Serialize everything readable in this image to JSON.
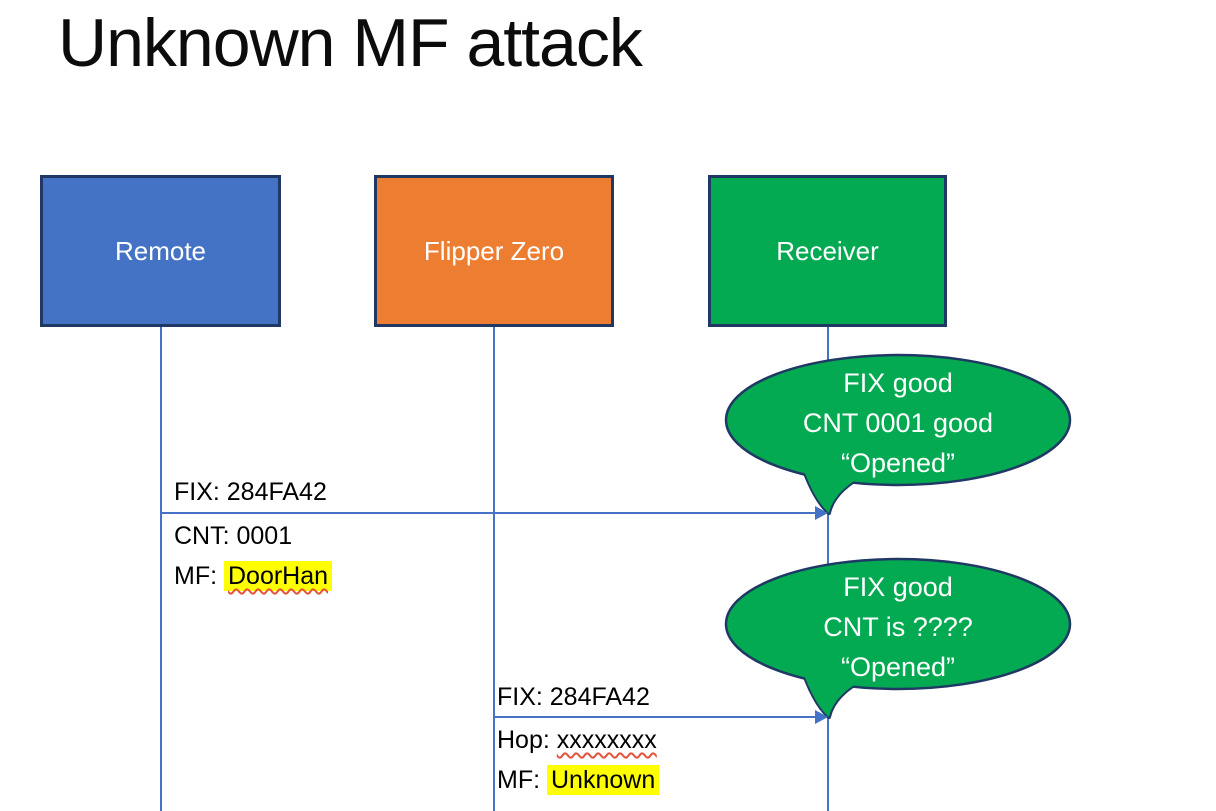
{
  "slide": {
    "title": "Unknown MF attack"
  },
  "actors": {
    "remote": {
      "label": "Remote",
      "fill": "#4472C4"
    },
    "flipper": {
      "label": "Flipper Zero",
      "fill": "#ED7D31"
    },
    "receiver": {
      "label": "Receiver",
      "fill": "#04AA52"
    }
  },
  "messages": {
    "remote_to_receiver": {
      "above": "FIX: 284FA42",
      "below_line1": "CNT: 0001",
      "below_line2_prefix": "MF: ",
      "below_line2_highlighted": "DoorHan"
    },
    "flipper_to_receiver": {
      "above": "FIX: 284FA42",
      "below_line1_prefix": "Hop: ",
      "below_line1_underlined": "xxxxxxxx",
      "below_line2_prefix": "MF: ",
      "below_line2_highlighted": "Unknown"
    }
  },
  "callouts": {
    "first": {
      "line1": "FIX good",
      "line2": "CNT 0001 good",
      "line3": "“Opened”"
    },
    "second": {
      "line1": "FIX good",
      "line2": "CNT is ????",
      "line3": "“Opened”"
    }
  },
  "colors": {
    "actor_border": "#1F3864",
    "remote_fill": "#4472C4",
    "flipper_fill": "#ED7D31",
    "receiver_fill": "#04AA52",
    "callout_fill": "#04AA52",
    "callout_border": "#1F3864",
    "connector": "#4472C4",
    "highlight": "#FFFF00",
    "spellcheck_underline": "#E5533B",
    "text_on_fill": "#FFFFFF",
    "text": "#000000"
  }
}
